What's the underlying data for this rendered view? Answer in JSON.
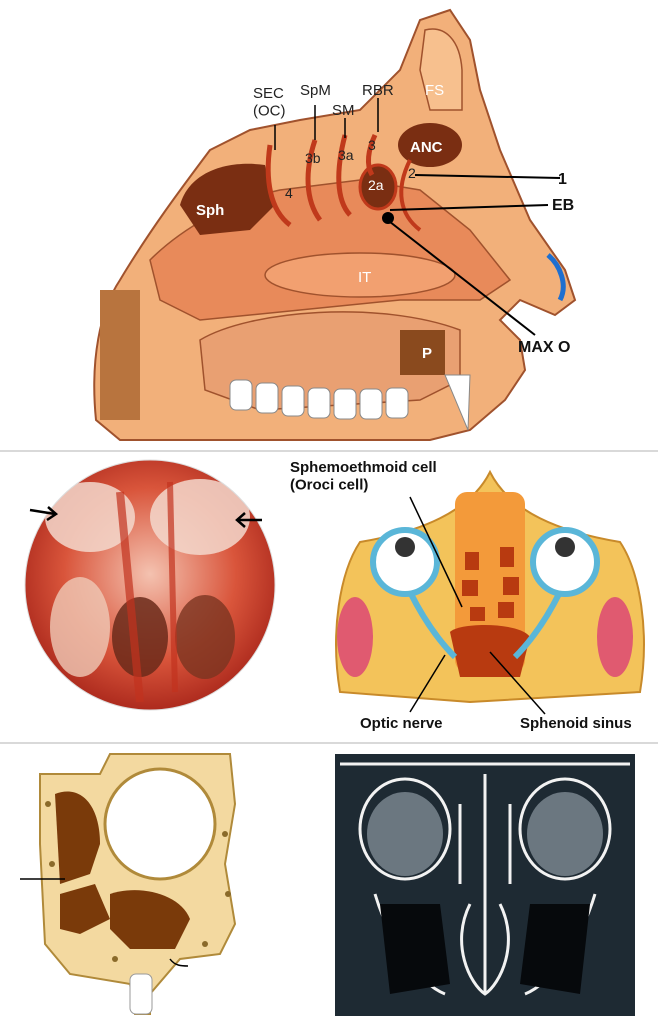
{
  "sagittal": {
    "labels": {
      "sec_oc": "SEC\n(OC)",
      "spm": "SpM",
      "sm": "SM",
      "rbr": "RBR",
      "fs": "FS",
      "anc": "ANC",
      "n1": "1",
      "n2": "2",
      "n2a": "2a",
      "n3": "3",
      "n3a": "3a",
      "n3b": "3b",
      "n4": "4",
      "sph": "Sph",
      "eb": "EB",
      "it": "IT",
      "p": "P",
      "maxo": "MAX O"
    }
  },
  "axial": {
    "labels": {
      "cell": "Sphemoethmoid cell\n(Oroci cell)",
      "optic": "Optic nerve",
      "sphenoid": "Sphenoid sinus"
    }
  },
  "colors": {
    "skin": "#f2b07a",
    "mucosa": "#e88a5a",
    "sinus": "#7a2e12",
    "bone": "#f3d9a0",
    "ct_bg": "#1e2a33"
  }
}
